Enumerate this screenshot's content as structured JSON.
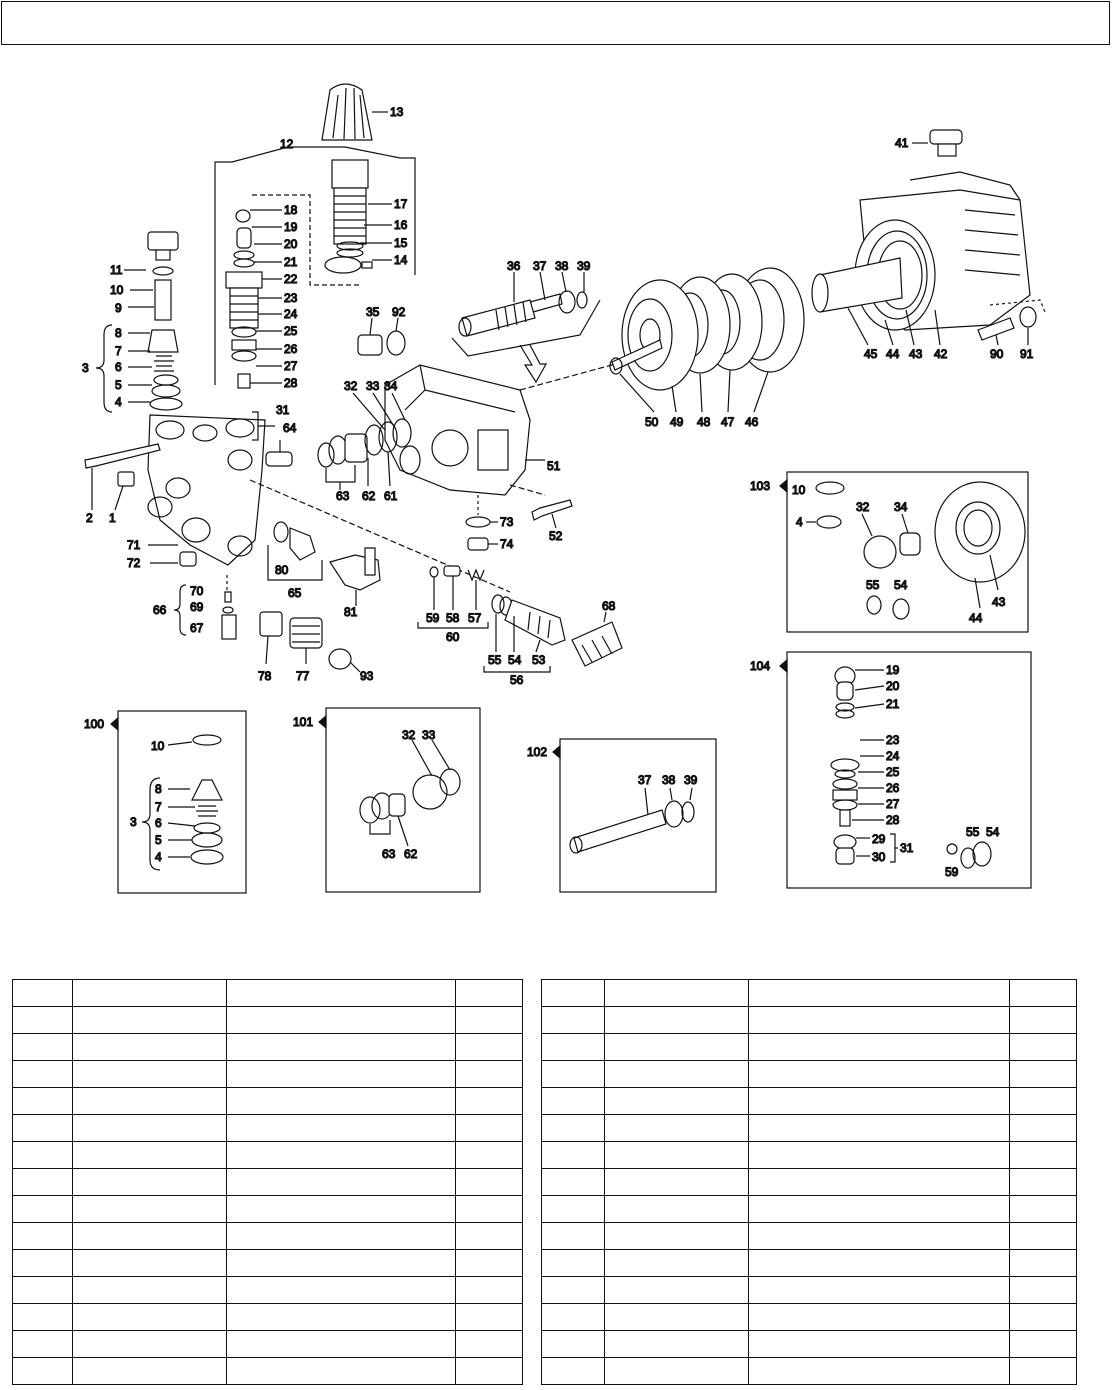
{
  "callouts": {
    "c1": "1",
    "c2": "2",
    "c3": "3",
    "c4": "4",
    "c5": "5",
    "c6": "6",
    "c7": "7",
    "c8": "8",
    "c9": "9",
    "c10": "10",
    "c11": "11",
    "c12": "12",
    "c13": "13",
    "c14": "14",
    "c15": "15",
    "c16": "16",
    "c17": "17",
    "c18": "18",
    "c19": "19",
    "c20": "20",
    "c21": "21",
    "c22": "22",
    "c23": "23",
    "c24": "24",
    "c25": "25",
    "c26": "26",
    "c27": "27",
    "c28": "28",
    "c29": "29",
    "c30": "30",
    "c31": "31",
    "c32": "32",
    "c33": "33",
    "c34": "34",
    "c35": "35",
    "c36": "36",
    "c37": "37",
    "c38": "38",
    "c39": "39",
    "c41": "41",
    "c42": "42",
    "c43": "43",
    "c44": "44",
    "c45": "45",
    "c46": "46",
    "c47": "47",
    "c48": "48",
    "c49": "49",
    "c50": "50",
    "c51": "51",
    "c52": "52",
    "c53": "53",
    "c54": "54",
    "c55": "55",
    "c56": "56",
    "c57": "57",
    "c58": "58",
    "c59": "59",
    "c60": "60",
    "c61": "61",
    "c62": "62",
    "c63": "63",
    "c64": "64",
    "c65": "65",
    "c66": "66",
    "c67": "67",
    "c68": "68",
    "c69": "69",
    "c70": "70",
    "c71": "71",
    "c72": "72",
    "c73": "73",
    "c74": "74",
    "c77": "77",
    "c78": "78",
    "c80": "80",
    "c81": "81",
    "c90": "90",
    "c91": "91",
    "c92": "92",
    "c93": "93"
  },
  "kits": {
    "k100": "100",
    "k101": "101",
    "k102": "102",
    "k103": "103",
    "k104": "104"
  }
}
